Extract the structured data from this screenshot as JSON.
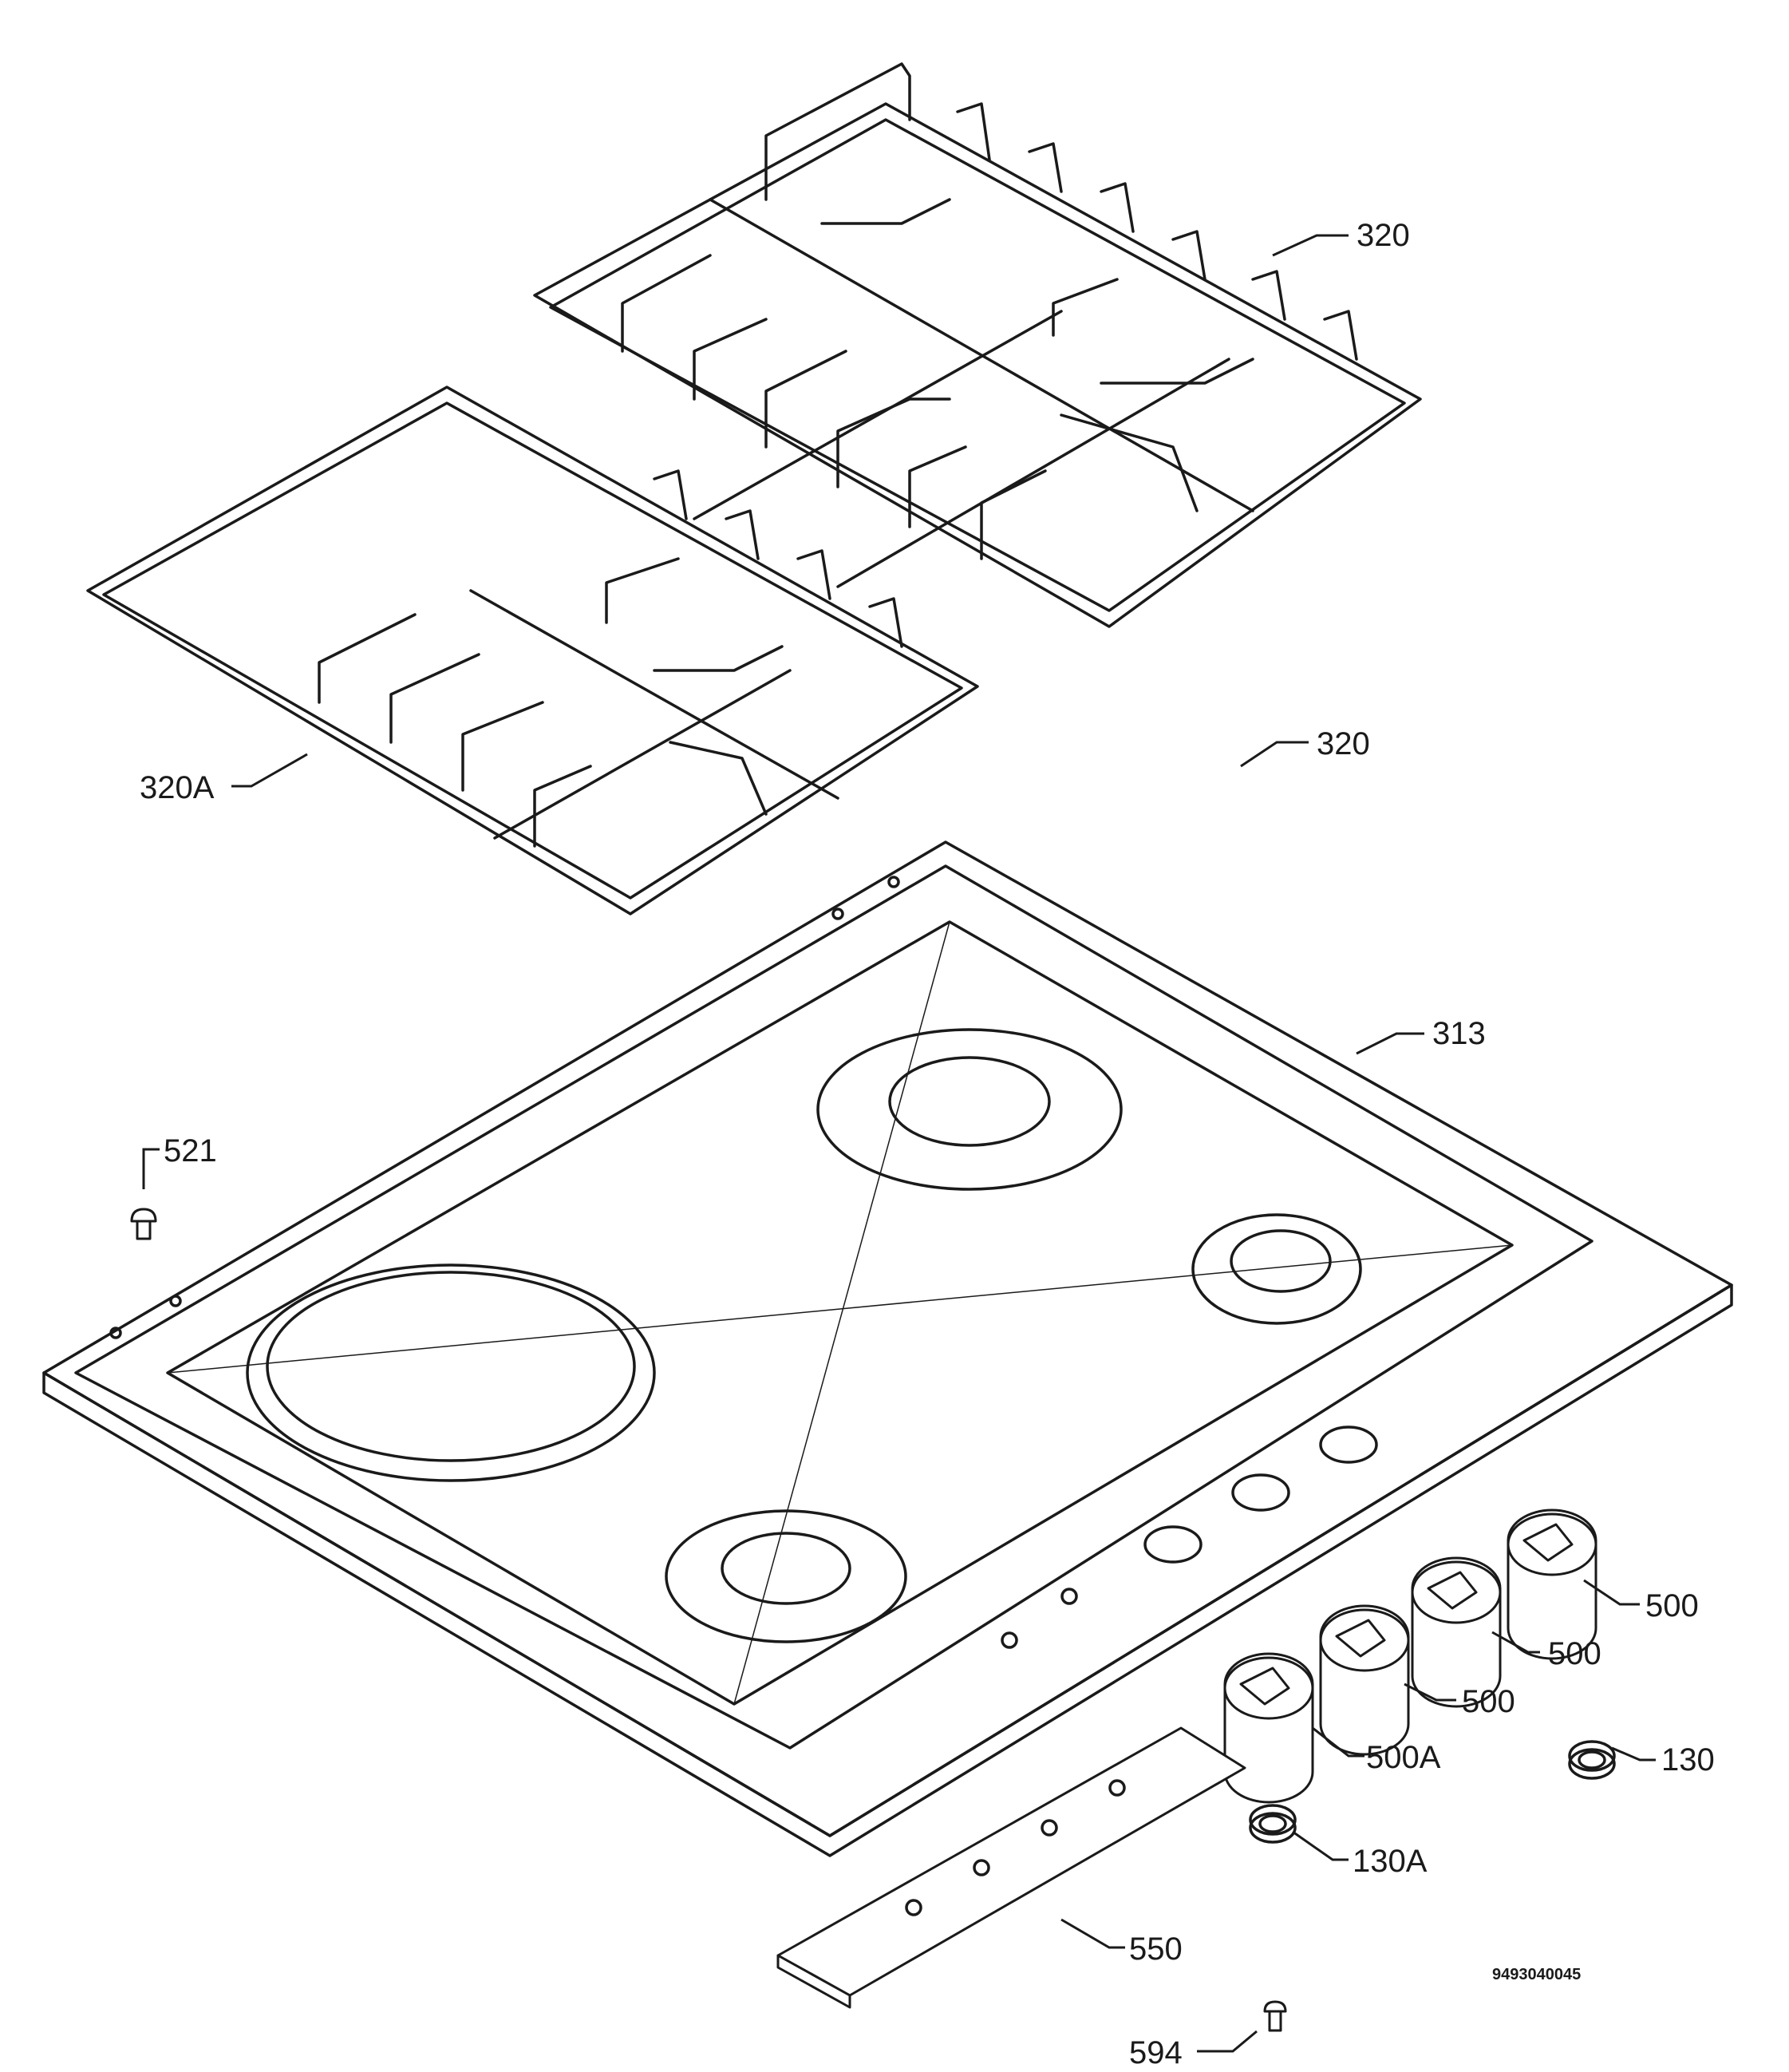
{
  "callouts": {
    "grate_right": "320",
    "grate_left": "320A",
    "grate_alt": "320",
    "hob": "313",
    "screw_top": "521",
    "knob_1": "500",
    "knob_2": "500",
    "knob_3": "500",
    "knob_4": "500A",
    "bezel": "130",
    "bezel_small": "130A",
    "panel": "550",
    "screw_bottom": "594"
  },
  "drawing_code": "9493040045"
}
